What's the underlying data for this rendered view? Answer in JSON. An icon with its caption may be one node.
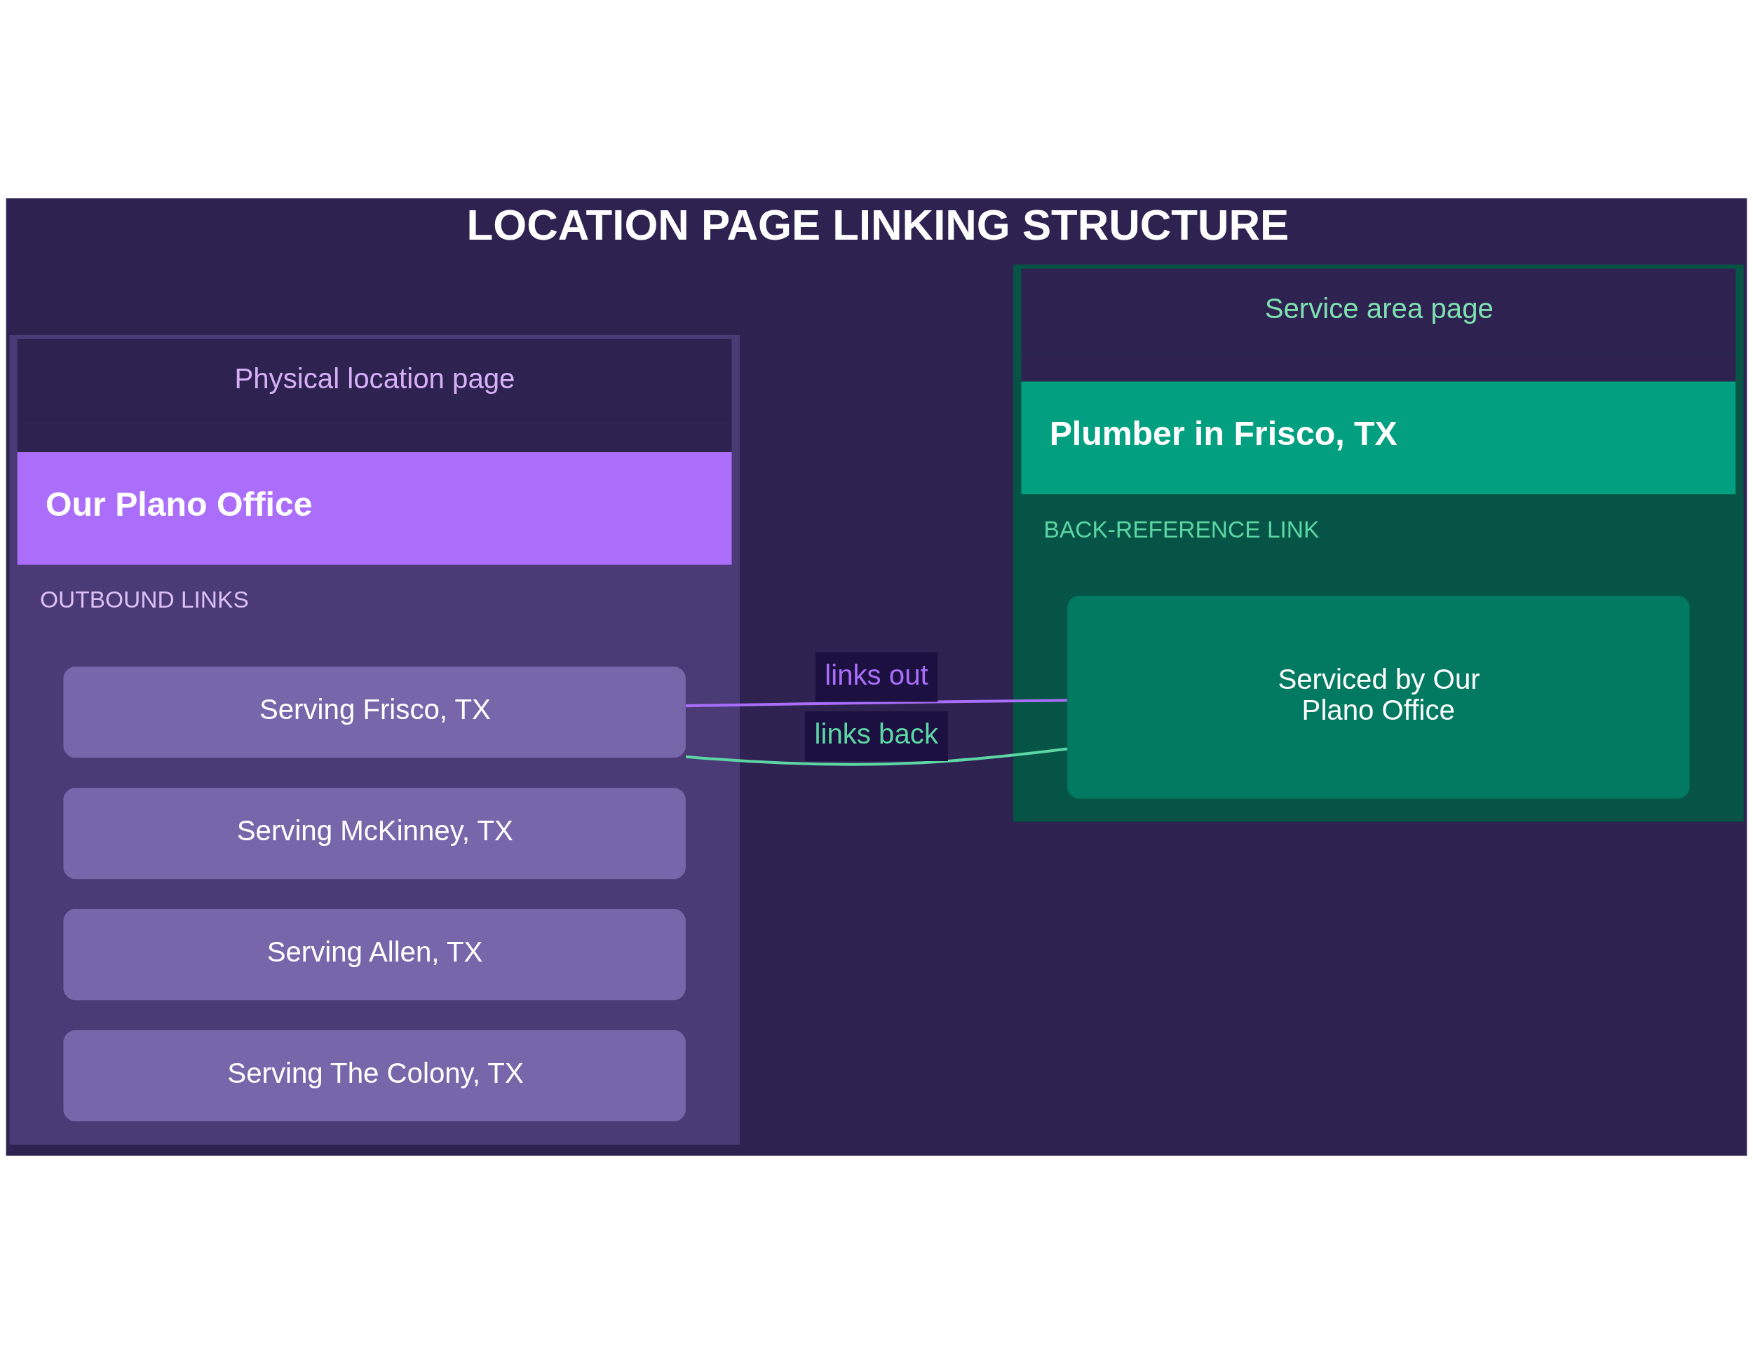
{
  "diagram": {
    "title": "LOCATION PAGE LINKING STRUCTURE",
    "nodes": [
      {
        "text": [
          "Physical location page",
          "Our Plano Office",
          "OUTBOUND LINKS"
        ]
      },
      {
        "text": [
          "Serving Frisco, TX"
        ],
        "in": 0
      },
      {
        "text": [
          "Serving McKinney, TX"
        ],
        "in": 0
      },
      {
        "text": [
          "Serving Allen, TX"
        ],
        "in": 0
      },
      {
        "text": [
          "Serving The Colony, TX"
        ],
        "in": 0
      },
      {
        "text": [
          "Service area page",
          "Plumber in Frisco, TX",
          "BACK-REFERENCE LINK"
        ]
      },
      {
        "text": [
          "Serviced by Our Plano Office"
        ],
        "in": 5
      }
    ],
    "edges": [
      {
        "from": 1,
        "to": 6,
        "arrow": "none",
        "label": "links out",
        "color": "#a86efa"
      },
      {
        "from": 6,
        "to": 1,
        "arrow": "none",
        "label": "links back",
        "color": "#5cd6a4"
      }
    ]
  }
}
